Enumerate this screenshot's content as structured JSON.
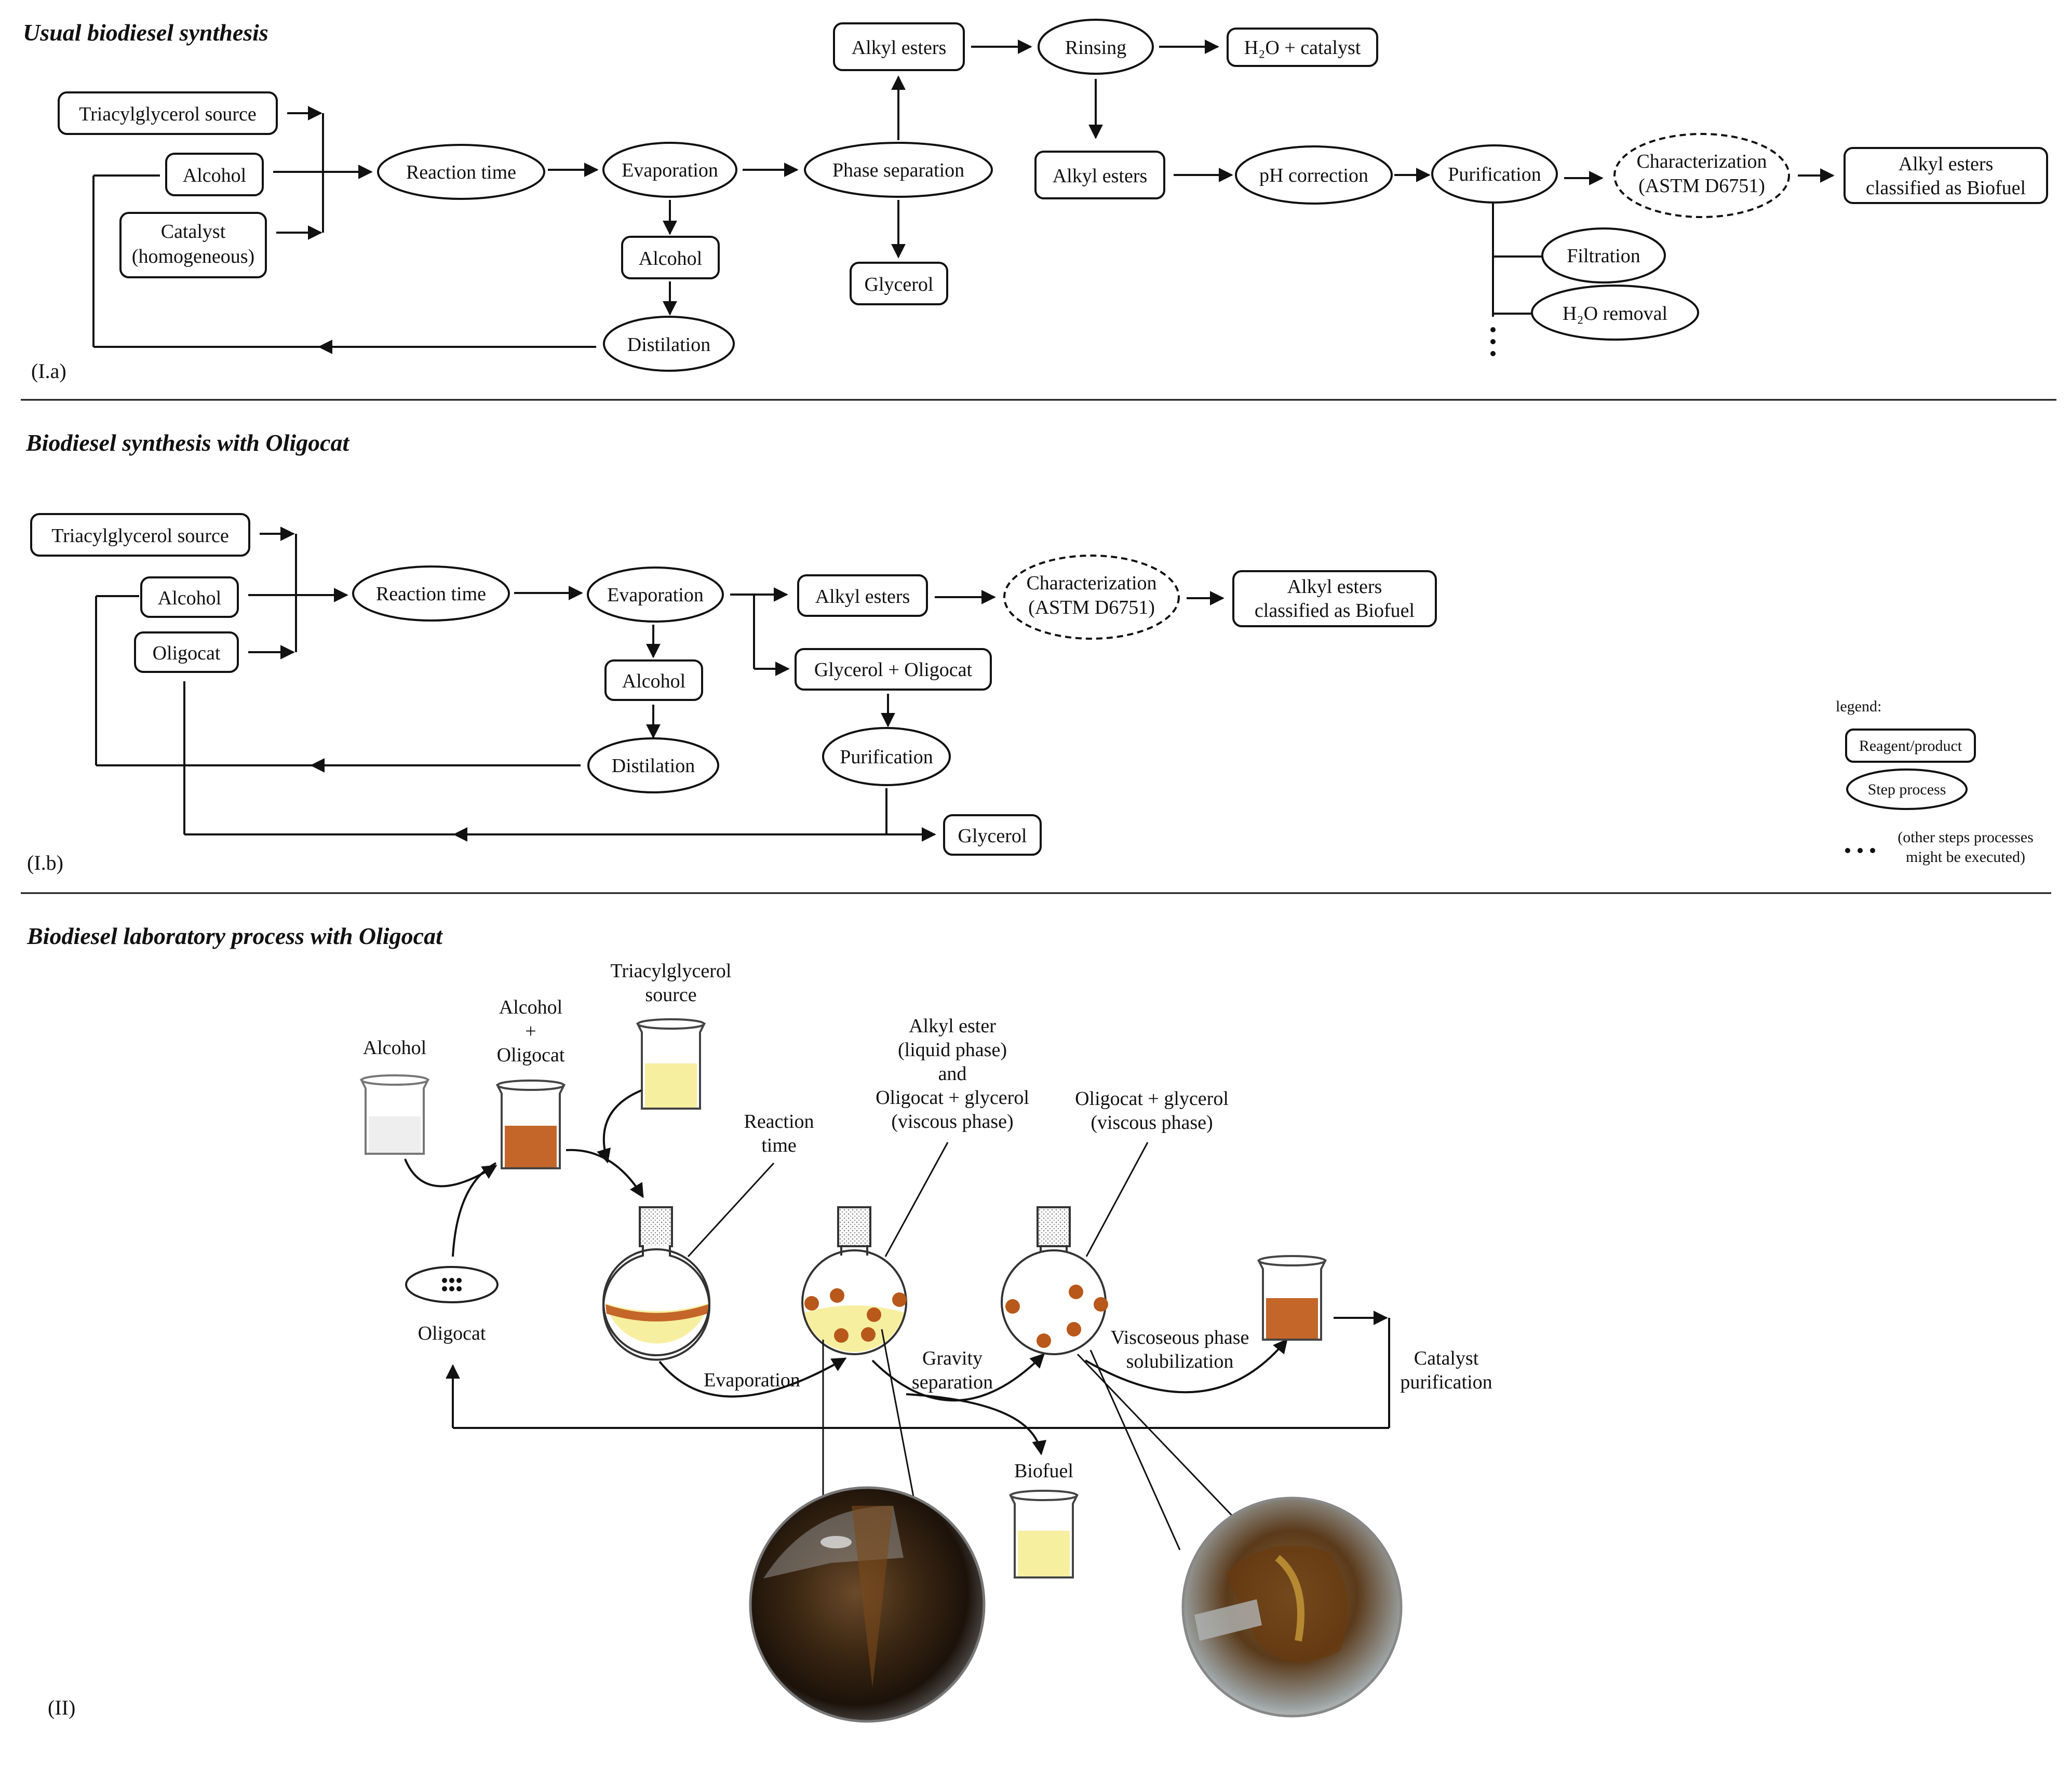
{
  "section_a": {
    "title": "Usual biodiesel synthesis",
    "tag": "(I.a)",
    "nodes": {
      "tag_source": "Triacylglycerol source",
      "alcohol": "Alcohol",
      "catalyst_l1": "Catalyst",
      "catalyst_l2": "(homogeneous)",
      "reaction": "Reaction time",
      "evaporation": "Evaporation",
      "alcohol2": "Alcohol",
      "distillation": "Distilation",
      "phase_sep": "Phase separation",
      "glycerol": "Glycerol",
      "alkyl_top": "Alkyl esters",
      "rinsing": "Rinsing",
      "h2o_cat": "H₂O + catalyst",
      "alkyl_mid": "Alkyl esters",
      "ph": "pH correction",
      "purification": "Purification",
      "charact_l1": "Characterization",
      "charact_l2": "(ASTM D6751)",
      "biofuel_l1": "Alkyl esters",
      "biofuel_l2": "classified as Biofuel",
      "filtration": "Filtration",
      "h2o_removal": "H₂O removal"
    }
  },
  "section_b": {
    "title": "Biodiesel synthesis with Oligocat",
    "tag": "(I.b)",
    "nodes": {
      "tag_source": "Triacylglycerol source",
      "alcohol": "Alcohol",
      "oligocat": "Oligocat",
      "reaction": "Reaction time",
      "evaporation": "Evaporation",
      "alcohol2": "Alcohol",
      "distillation": "Distilation",
      "alkyl": "Alkyl esters",
      "charact_l1": "Characterization",
      "charact_l2": "(ASTM D6751)",
      "biofuel_l1": "Alkyl esters",
      "biofuel_l2": "classified as Biofuel",
      "gly_oligocat": "Glycerol + Oligocat",
      "purification": "Purification",
      "glycerol": "Glycerol"
    },
    "legend": {
      "title": "legend:",
      "reagent": "Reagent/product",
      "step": "Step process",
      "other_l1": "(other steps processes",
      "other_l2": "might be executed)"
    }
  },
  "section_c": {
    "title": "Biodiesel laboratory process with Oligocat",
    "tag": "(II)",
    "labels": {
      "tag_l1": "Triacylglycerol",
      "tag_l2": "source",
      "alc_olig_l1": "Alcohol",
      "alc_olig_l2": "+",
      "alc_olig_l3": "Oligocat",
      "alcohol": "Alcohol",
      "oligocat": "Oligocat",
      "reaction_l1": "Reaction",
      "reaction_l2": "time",
      "alkyl_l1": "Alkyl ester",
      "alkyl_l2": "(liquid phase)",
      "alkyl_l3": "and",
      "alkyl_l4": "Oligocat + glycerol",
      "alkyl_l5": "(viscous phase)",
      "olig_gly_l1": "Oligocat + glycerol",
      "olig_gly_l2": "(viscous phase)",
      "evaporation": "Evaporation",
      "gravity_l1": "Gravity",
      "gravity_l2": "separation",
      "visc_l1": "Viscoseous phase",
      "visc_l2": "solubilization",
      "catalyst_l1": "Catalyst",
      "catalyst_l2": "purification",
      "biofuel": "Biofuel"
    }
  },
  "colors": {
    "ink": "#111111",
    "orange": "#c4662a",
    "brown": "#8a4a1c",
    "yellow": "#f7efa0"
  }
}
